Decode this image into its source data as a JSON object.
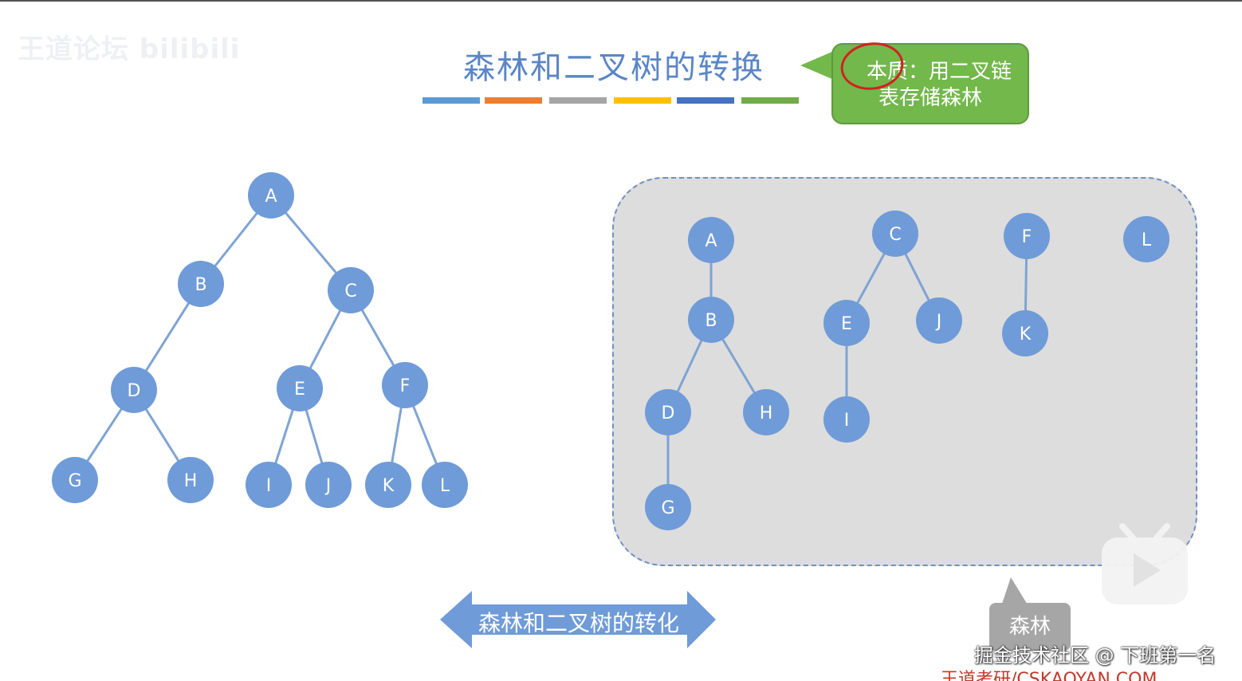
{
  "watermark": {
    "text": "王道论坛 bilibili"
  },
  "slide": {
    "title": "森林和二叉树的转换",
    "title_bar_colors": [
      "#5b9bd5",
      "#ed7d31",
      "#a5a5a5",
      "#ffc000",
      "#4472c4",
      "#70ad47"
    ]
  },
  "callout": {
    "line1": "本质：用二叉链",
    "line2": "表存储森林"
  },
  "binary_tree": {
    "nodes": [
      "A",
      "B",
      "C",
      "D",
      "E",
      "F",
      "G",
      "H",
      "I",
      "J",
      "K",
      "L"
    ],
    "edges": [
      [
        "A",
        "B"
      ],
      [
        "A",
        "C"
      ],
      [
        "B",
        "D"
      ],
      [
        "C",
        "E"
      ],
      [
        "C",
        "F"
      ],
      [
        "D",
        "G"
      ],
      [
        "D",
        "H"
      ],
      [
        "E",
        "I"
      ],
      [
        "E",
        "J"
      ],
      [
        "F",
        "K"
      ],
      [
        "F",
        "L"
      ]
    ]
  },
  "forest": {
    "trees": [
      {
        "nodes": [
          "A",
          "B",
          "D",
          "H",
          "G"
        ],
        "edges": [
          [
            "A",
            "B"
          ],
          [
            "B",
            "D"
          ],
          [
            "B",
            "H"
          ],
          [
            "D",
            "G"
          ]
        ]
      },
      {
        "nodes": [
          "C",
          "E",
          "J",
          "I"
        ],
        "edges": [
          [
            "C",
            "E"
          ],
          [
            "C",
            "J"
          ],
          [
            "E",
            "I"
          ]
        ]
      },
      {
        "nodes": [
          "F",
          "K"
        ],
        "edges": [
          [
            "F",
            "K"
          ]
        ]
      },
      {
        "nodes": [
          "L"
        ],
        "edges": []
      }
    ],
    "label": "森林"
  },
  "arrow": {
    "label": "森林和二叉树的转化"
  },
  "footer": {
    "corner_watermark": "掘金技术社区 @ 下班第一名",
    "site": "王道考研/CSKAOYAN.COM"
  },
  "colors": {
    "node_fill": "#6f9bd8",
    "edge": "#7fa3d4",
    "forest_bg": "#dddddd",
    "callout_green": "#72b84b",
    "callout_gray": "#a6a6a6"
  }
}
